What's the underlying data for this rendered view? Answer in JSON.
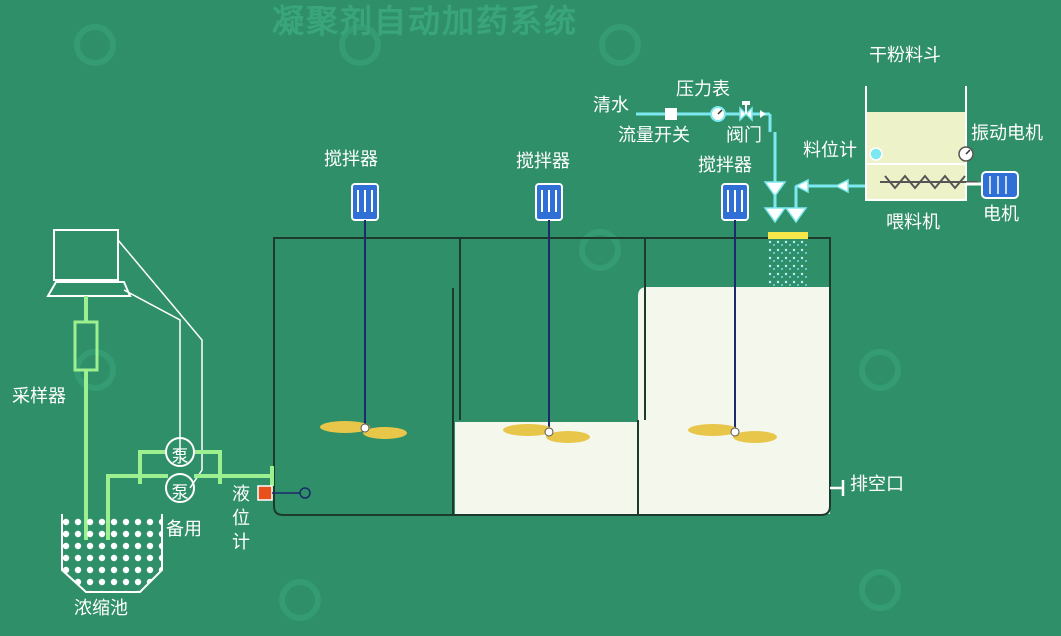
{
  "title": "凝聚剂自动加药系统",
  "labels": {
    "dry_hopper": "干粉料斗",
    "pressure_gauge": "压力表",
    "clean_water": "清水",
    "flow_switch": "流量开关",
    "valve": "阀门",
    "level_meter_top": "料位计",
    "vibration_motor": "振动电机",
    "feeder": "喂料机",
    "motor": "电机",
    "mixer_1": "搅拌器",
    "mixer_2": "搅拌器",
    "mixer_3": "搅拌器",
    "sampler": "采样器",
    "pump": "泵",
    "pump_standby": "泵",
    "standby": "备用",
    "liquid_level_1": "液",
    "liquid_level_2": "位",
    "liquid_level_3": "计",
    "drain": "排空口",
    "thickener": "浓缩池"
  },
  "colors": {
    "background": "#2f8f68",
    "pipe_green": "#9df090",
    "water_line": "#7ee8f0",
    "tank_outline": "#1e3a2e",
    "liquid": "#f4f7ec",
    "motor_blue": "#2f6fd6",
    "shaft": "#1a2a6a",
    "impeller": "#e8c64a",
    "level_sensor": "#e8501c"
  },
  "icons": [
    "monitor-icon",
    "pump-icon",
    "motor-icon",
    "gauge-icon",
    "valve-icon",
    "screw-conveyor-icon",
    "watermark-logo-icon"
  ]
}
